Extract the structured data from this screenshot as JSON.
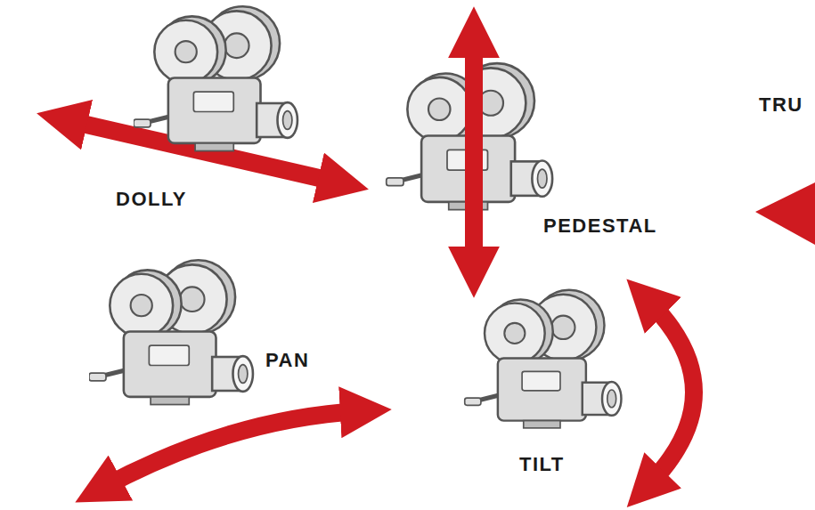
{
  "diagram": {
    "labels": [
      "DOLLY",
      "PEDESTAL",
      "PAN",
      "TILT",
      "TRU"
    ]
  }
}
